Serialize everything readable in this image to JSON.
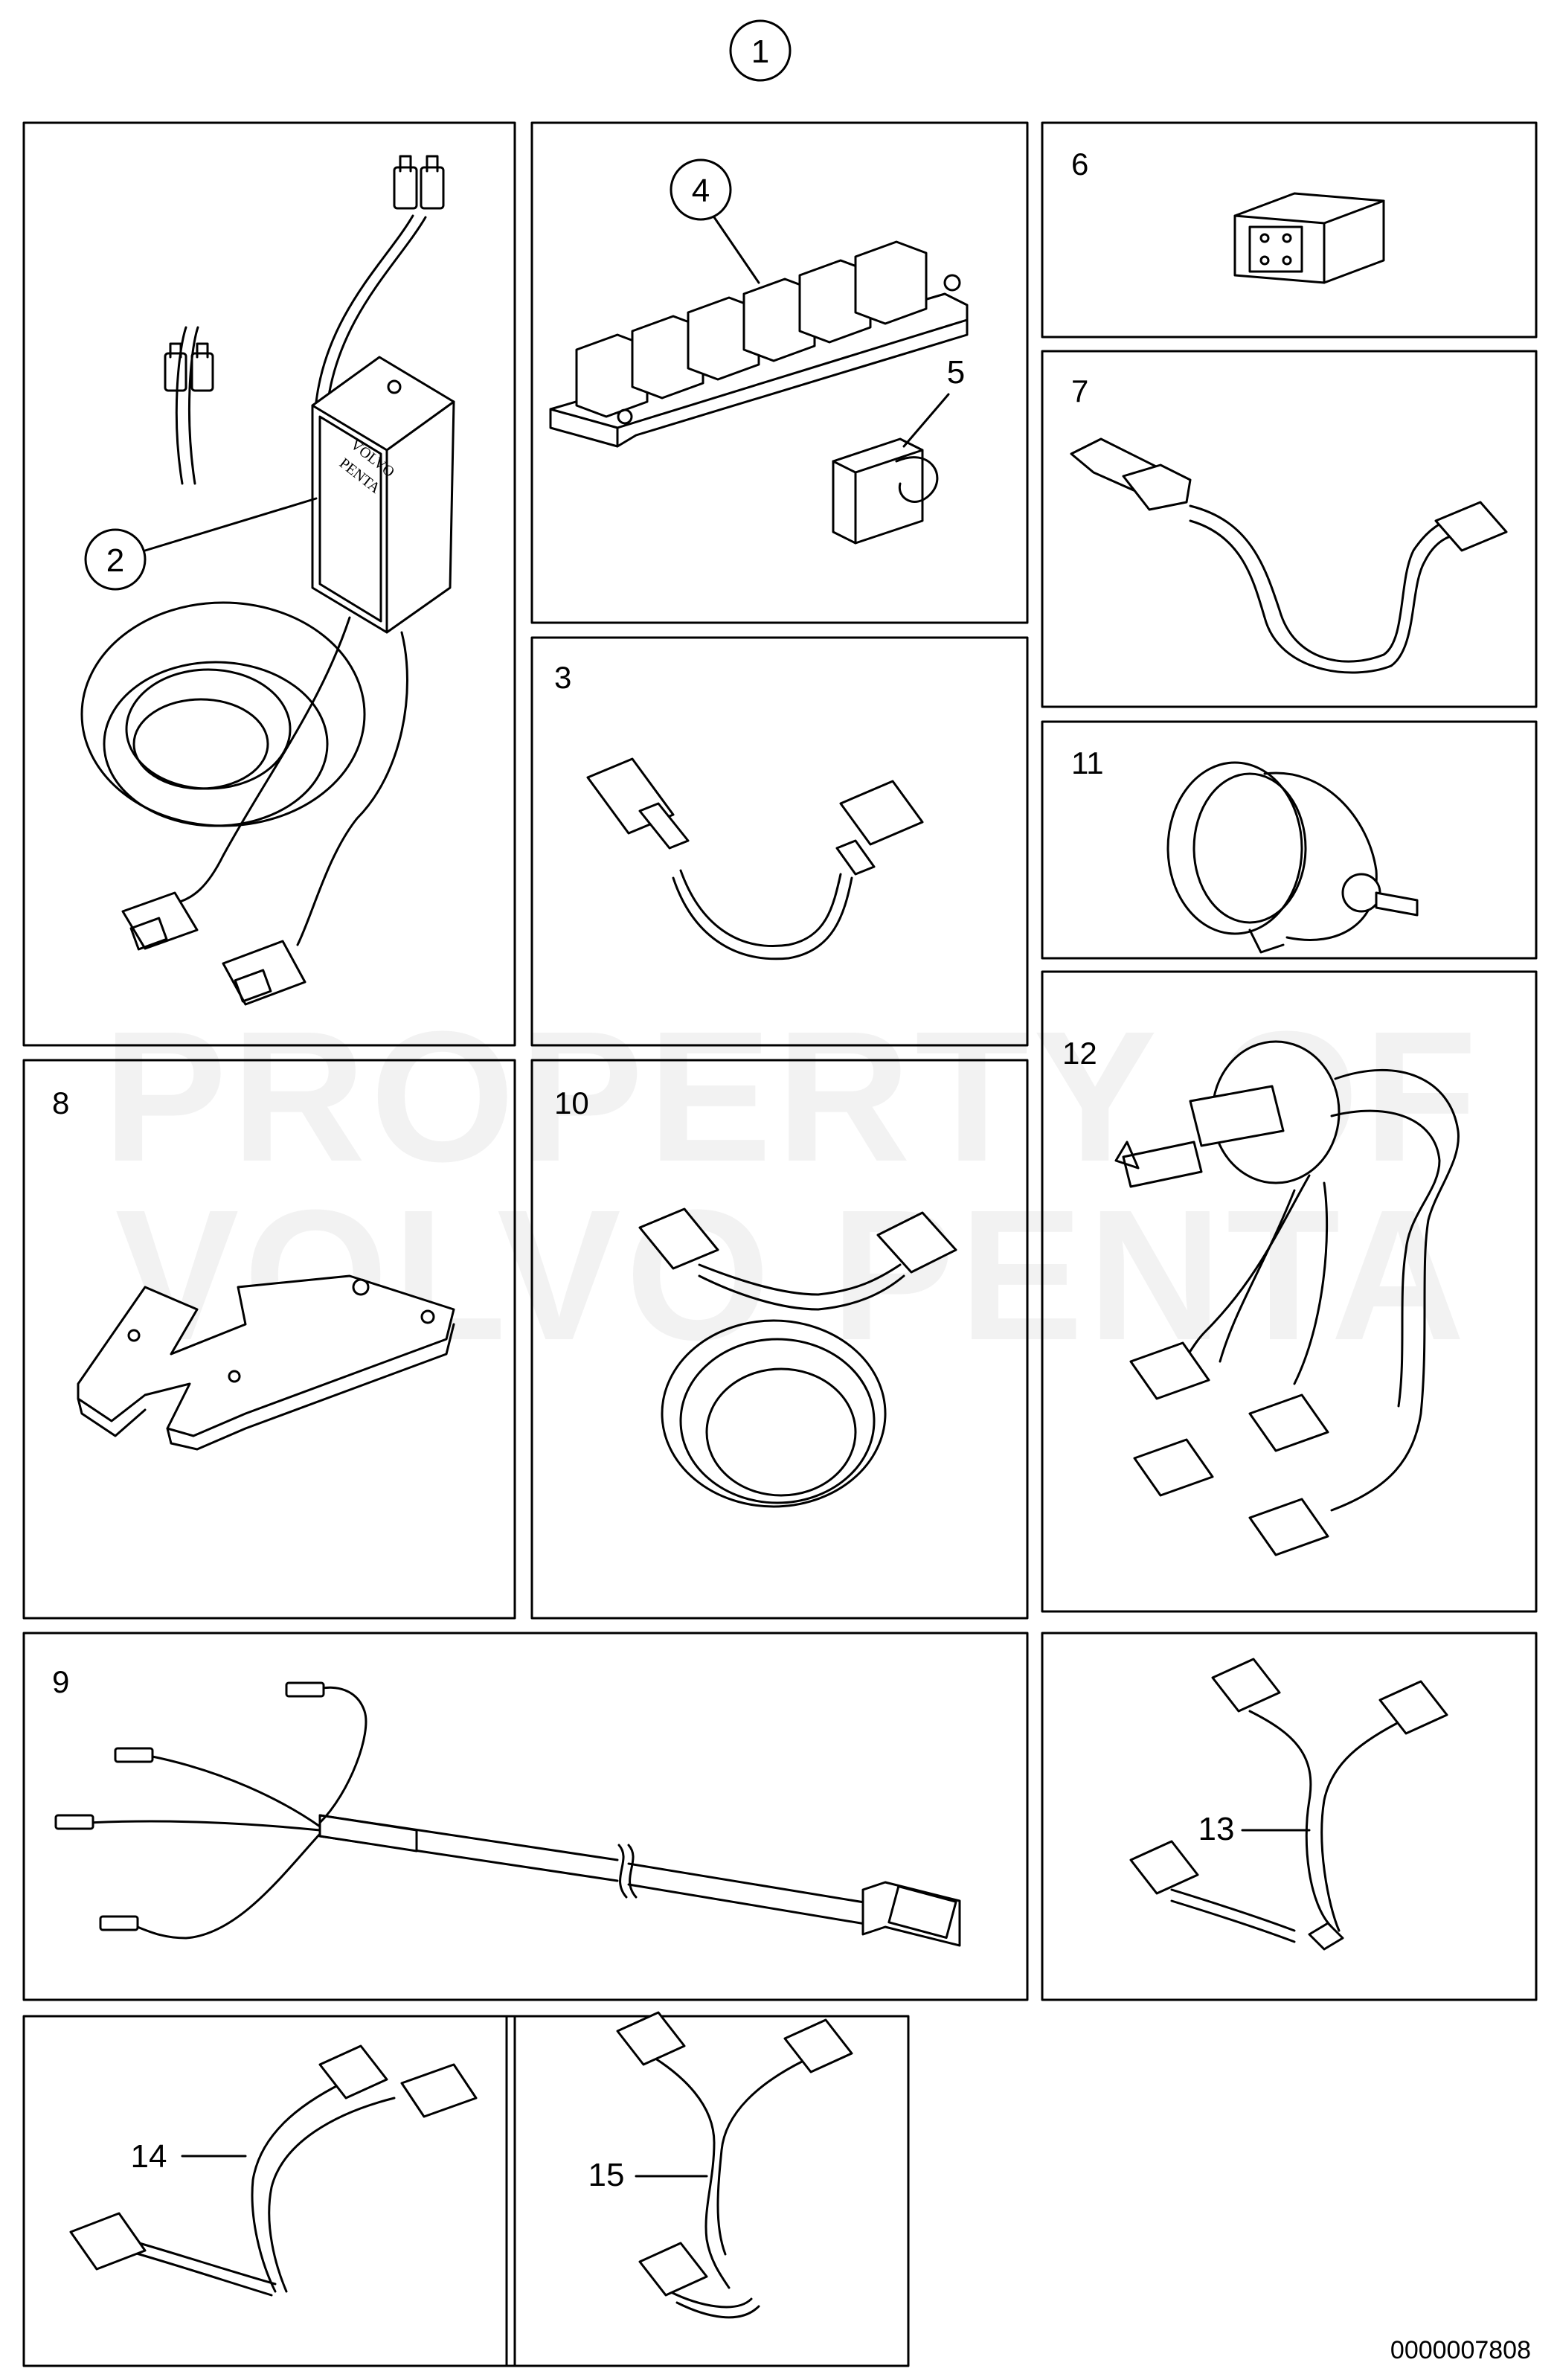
{
  "diagram": {
    "top_callout": "1",
    "callouts": {
      "c2": "2",
      "c4": "4",
      "c5": "5",
      "c13": "13",
      "c14": "14",
      "c15": "15"
    },
    "panels": {
      "p3": "3",
      "p6": "6",
      "p7": "7",
      "p8": "8",
      "p9": "9",
      "p10": "10",
      "p11": "11",
      "p12": "12"
    },
    "module_label": [
      "VOLVO",
      "PENTA"
    ],
    "watermark": [
      "PROPERTY OF",
      "VOLVO PENTA"
    ],
    "document_number": "0000007808"
  }
}
